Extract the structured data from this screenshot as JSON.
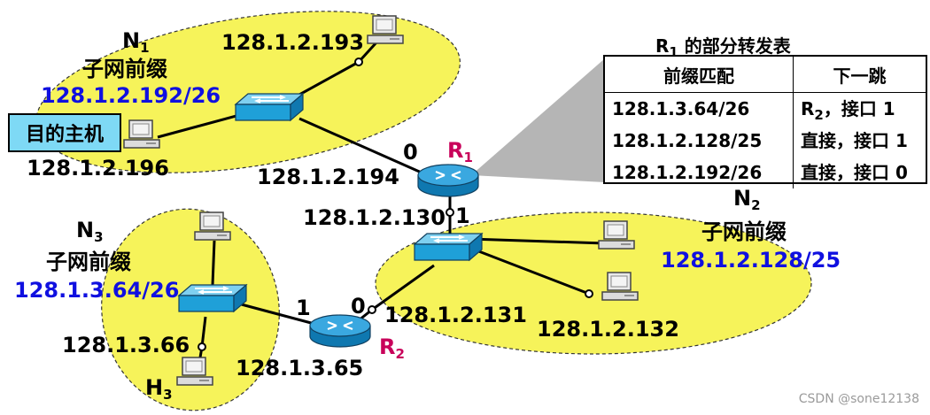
{
  "networks": {
    "n1": {
      "name": "N",
      "sub": "1",
      "caption": "子网前缀",
      "prefix": "128.1.2.192/26"
    },
    "n2": {
      "name": "N",
      "sub": "2",
      "caption": "子网前缀",
      "prefix": "128.1.2.128/25"
    },
    "n3": {
      "name": "N",
      "sub": "3",
      "caption": "子网前缀",
      "prefix": "128.1.3.64/26"
    }
  },
  "hosts": {
    "n1_top": "128.1.2.193",
    "n1_dest": "128.1.2.196",
    "n2_bottom": "128.1.2.132",
    "n3_h3": "128.1.3.66",
    "h3_name": "H",
    "h3_sub": "3"
  },
  "destination_label": "目的主机",
  "routers": {
    "r1": {
      "name": "R",
      "sub": "1",
      "if0_label": "0",
      "if0_ip": "128.1.2.194",
      "if1_label": "1",
      "if1_ip": "128.1.2.130"
    },
    "r2": {
      "name": "R",
      "sub": "2",
      "if0_label": "0",
      "if0_ip": "128.1.2.131",
      "if1_label": "1",
      "if1_ip": "128.1.3.65"
    }
  },
  "routing_table": {
    "title_name": "R",
    "title_sub": "1",
    "title_rest": " 的部分转发表",
    "headers": [
      "前缀匹配",
      "下一跳"
    ],
    "rows": [
      {
        "prefix": "128.1.3.64/26",
        "hop_name": "R",
        "hop_sub": "2",
        "hop_rest": "，接口 1"
      },
      {
        "prefix": "128.1.2.128/25",
        "hop_name": "",
        "hop_sub": "",
        "hop_rest": "直接，接口 1"
      },
      {
        "prefix": "128.1.2.192/26",
        "hop_name": "",
        "hop_sub": "",
        "hop_rest": "直接，接口 0"
      }
    ]
  },
  "watermark": "CSDN @sone12138",
  "colors": {
    "cloud": "#f6f35a",
    "switch": "#1fa0d8",
    "router": "#1f8ec8",
    "prefix": "#1010e0",
    "router_label": "#c8005a"
  }
}
